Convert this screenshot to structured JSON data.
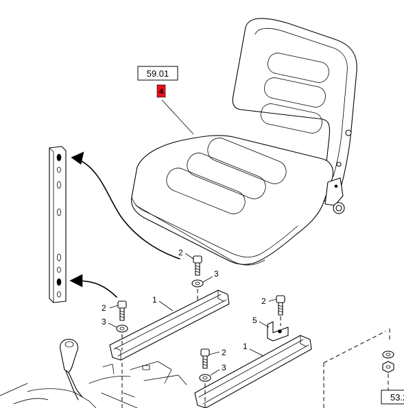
{
  "references": {
    "seat_ref": "59.01",
    "bottom_right_ref": "53.2"
  },
  "highlight_tag": {
    "label": "4",
    "color": "#e8101a"
  },
  "callouts": {
    "bolt_top": "2",
    "washer_top": "3",
    "rail_left": "1",
    "bolt_left": "2",
    "washer_left": "3",
    "bolt_right_bracket": "2",
    "bracket": "5",
    "rail_right": "1",
    "bolt_bottom": "2",
    "washer_bottom": "3"
  }
}
